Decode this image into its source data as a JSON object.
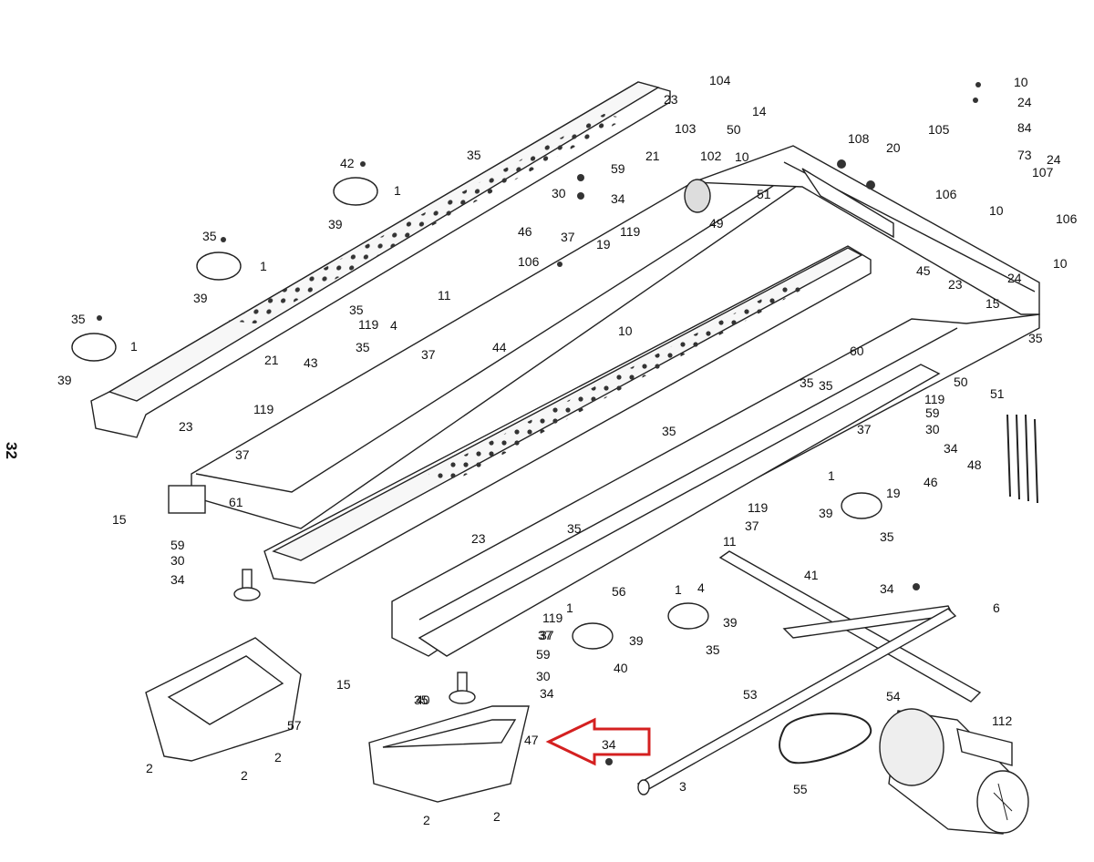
{
  "diagram": {
    "page_number": "32",
    "highlight_color": "#d42020",
    "highlighted_part": "47",
    "labels": [
      "104",
      "10",
      "23",
      "14",
      "103",
      "50",
      "24",
      "84",
      "105",
      "73",
      "102",
      "10",
      "108",
      "20",
      "107",
      "24",
      "21",
      "51",
      "106",
      "106",
      "10",
      "59",
      "30",
      "34",
      "46",
      "119",
      "37",
      "19",
      "49",
      "10",
      "24",
      "106",
      "35",
      "42",
      "1",
      "39",
      "35",
      "1",
      "39",
      "35",
      "1",
      "39",
      "35",
      "11",
      "119",
      "4",
      "37",
      "35",
      "44",
      "45",
      "23",
      "15",
      "10",
      "60",
      "35",
      "50",
      "51",
      "21",
      "43",
      "35",
      "23",
      "119",
      "37",
      "119",
      "59",
      "30",
      "37",
      "34",
      "48",
      "35",
      "46",
      "19",
      "1",
      "39",
      "35",
      "61",
      "15",
      "59",
      "30",
      "34",
      "119",
      "37",
      "11",
      "41",
      "35",
      "23",
      "35",
      "1",
      "4",
      "34",
      "6",
      "56",
      "1",
      "37",
      "119",
      "39",
      "39",
      "35",
      "40",
      "59",
      "37",
      "35",
      "30",
      "34",
      "15",
      "57",
      "40",
      "53",
      "54",
      "112",
      "47",
      "34",
      "2",
      "2",
      "2",
      "55",
      "3",
      "2",
      "2"
    ],
    "parts": {
      "side_rail_left": "42",
      "side_rail_right": "60",
      "platform": "45",
      "deck": "44",
      "base_frame": "56",
      "crossbar": "41",
      "motor": "54",
      "belt": "55",
      "drive_shaft": "53",
      "left_cover": "57",
      "right_cover": "47",
      "front_roller": "61",
      "rear_roller": "49",
      "cable_ties": "48",
      "motor_fan_cover": "112"
    }
  }
}
